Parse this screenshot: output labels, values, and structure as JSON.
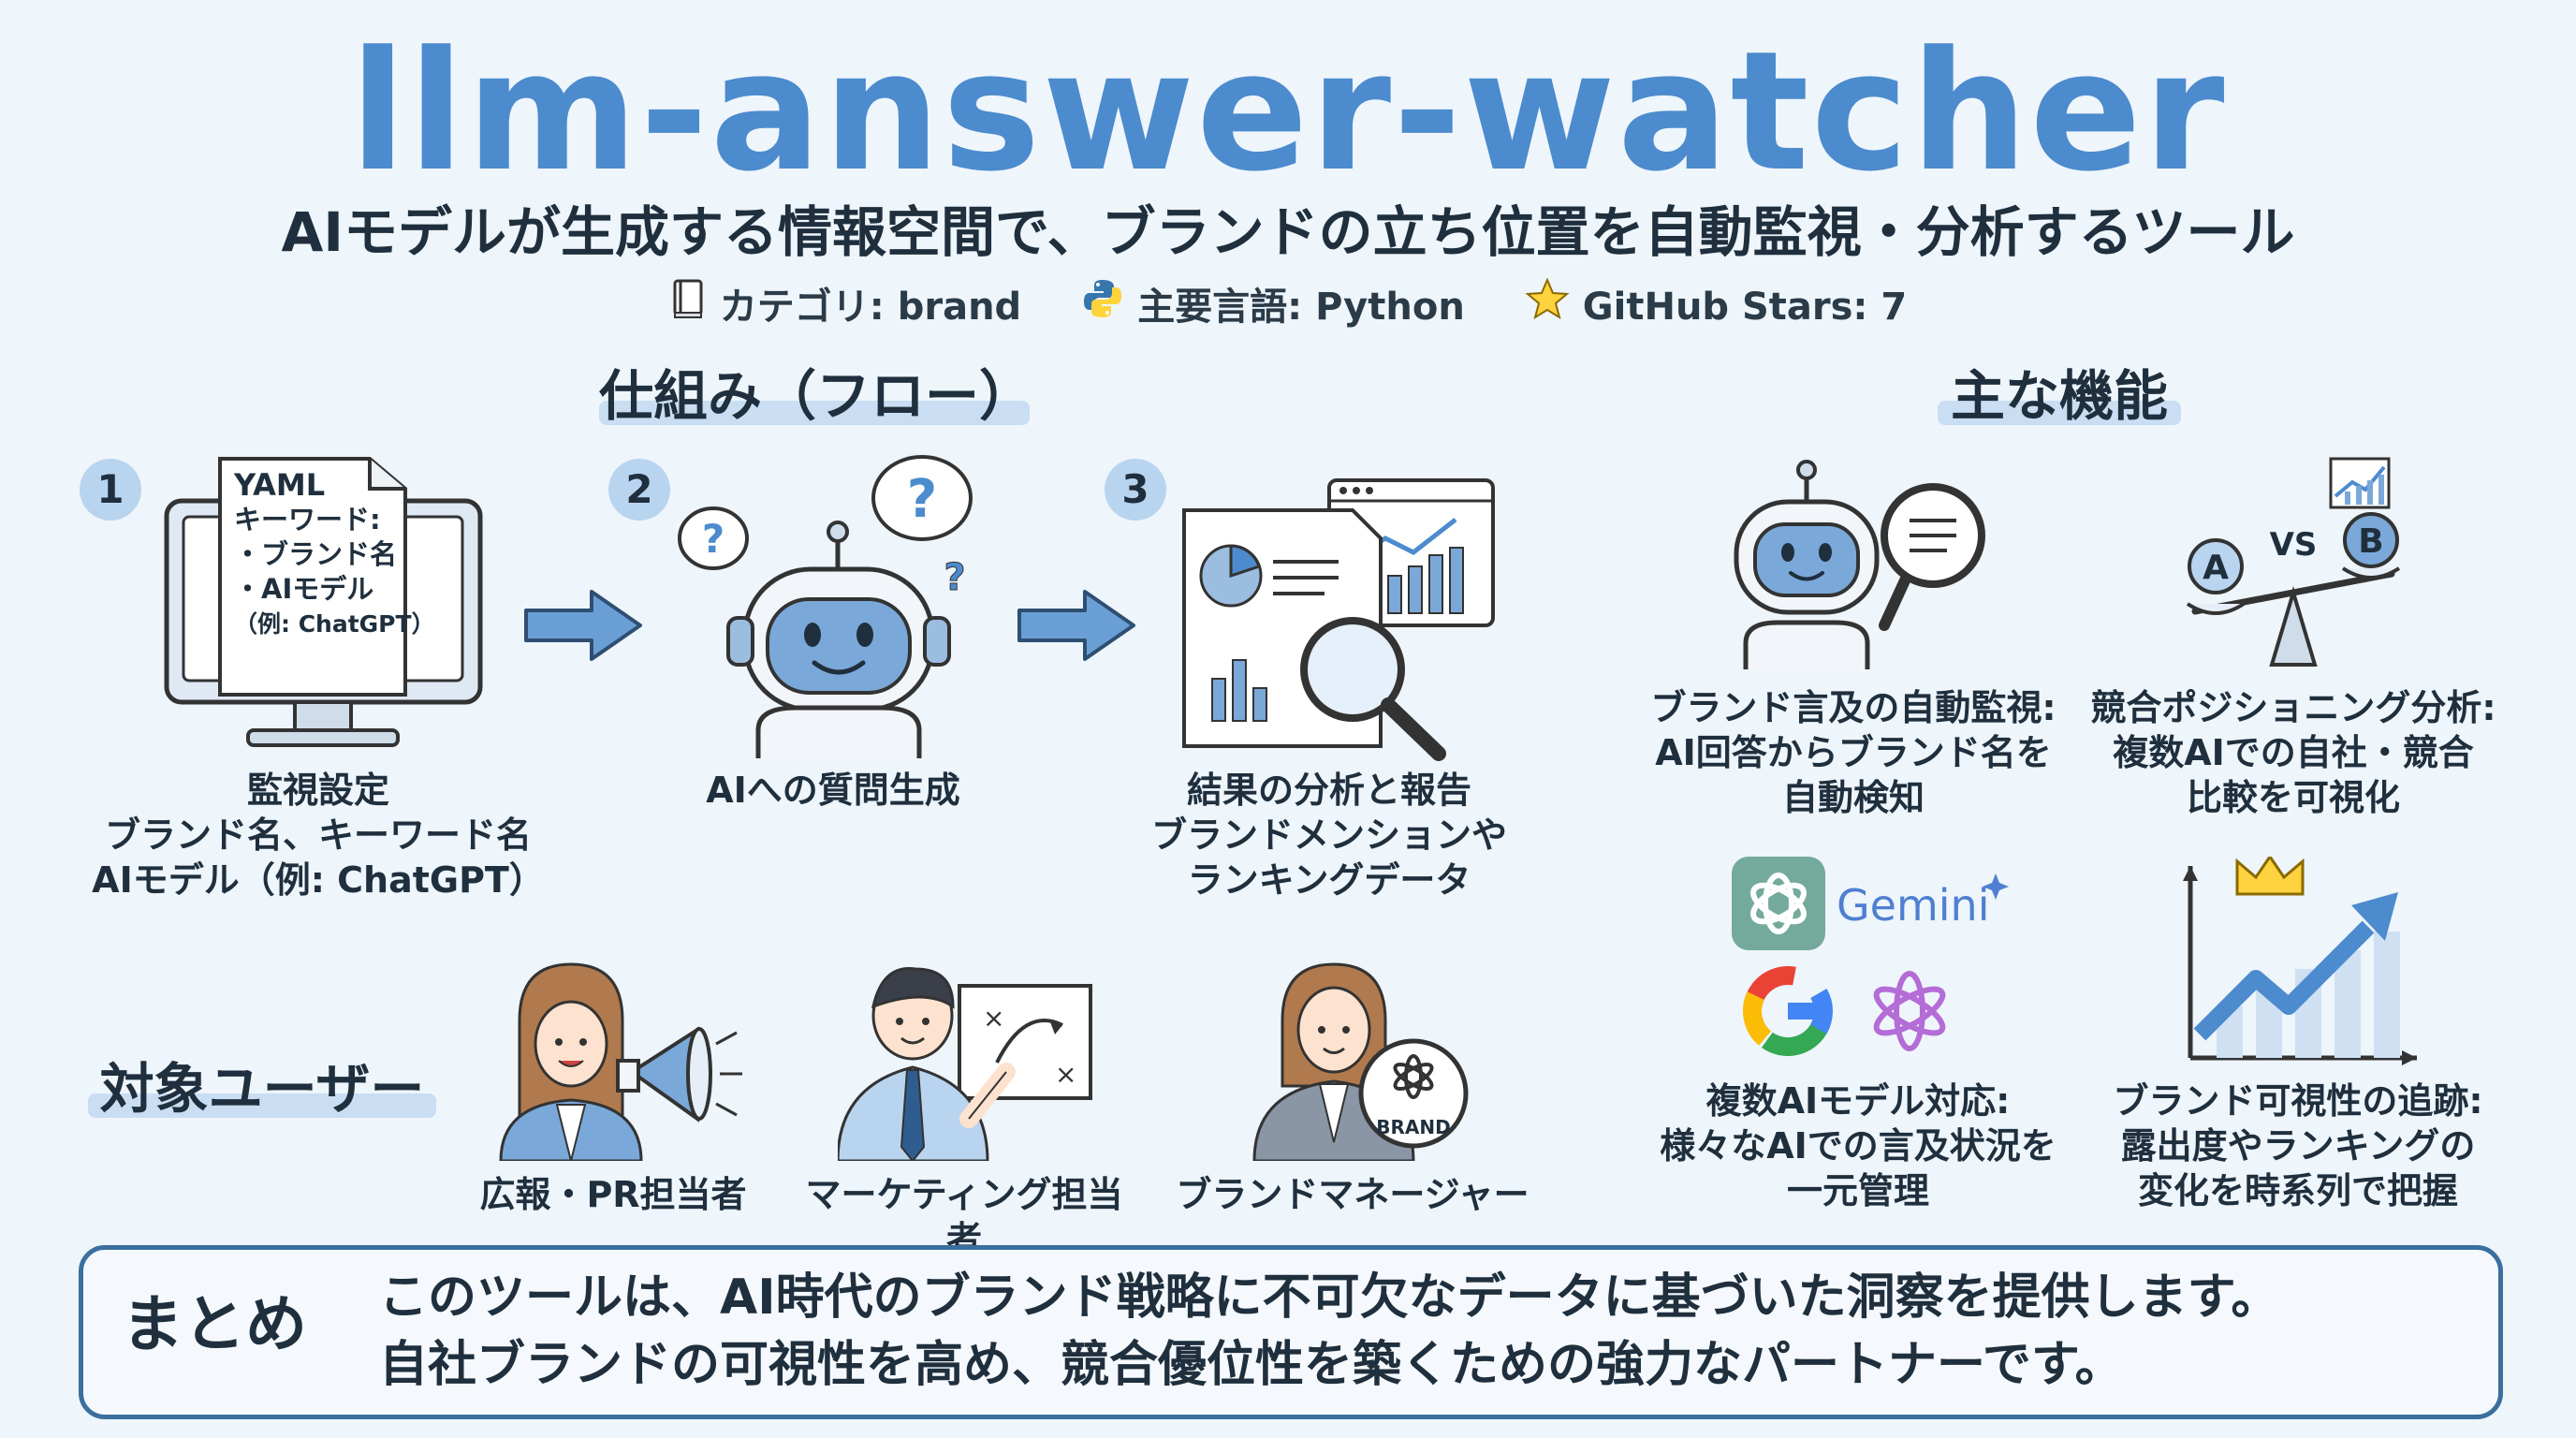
{
  "title": "llm-answer-watcher",
  "subtitle": "AIモデルが生成する情報空間で、ブランドの立ち位置を自動監視・分析するツール",
  "meta": {
    "category": "カテゴリ: brand",
    "language": "主要言語: Python",
    "stars": "GitHub Stars: 7"
  },
  "flow": {
    "heading": "仕組み（フロー）",
    "steps": [
      {
        "num": "1",
        "yaml_lines": [
          "YAML",
          "キーワード:",
          "・ブランド名",
          "・AIモデル",
          "（例: ChatGPT）"
        ],
        "caption_lines": [
          "監視設定",
          "ブランド名、キーワード名",
          "AIモデル（例: ChatGPT）"
        ]
      },
      {
        "num": "2",
        "caption_lines": [
          "AIへの質問生成"
        ]
      },
      {
        "num": "3",
        "caption_lines": [
          "結果の分析と報告",
          "ブランドメンションや",
          "ランキングデータ"
        ]
      }
    ]
  },
  "features": {
    "heading": "主な機能",
    "items": [
      {
        "lines": [
          "ブランド言及の自動監視:",
          "AI回答からブランド名を",
          "自動検知"
        ]
      },
      {
        "lines": [
          "競合ポジショニング分析:",
          "複数AIでの自社・競合",
          "比較を可視化"
        ],
        "icon_labels": [
          "A",
          "VS",
          "B"
        ]
      },
      {
        "lines": [
          "複数AIモデル対応:",
          "様々なAIでの言及状況を",
          "一元管理"
        ],
        "icon_labels": [
          "Gemini",
          "G"
        ]
      },
      {
        "lines": [
          "ブランド可視性の追跡:",
          "露出度やランキングの",
          "変化を時系列で把握"
        ]
      }
    ]
  },
  "users": {
    "heading": "対象ユーザー",
    "items": [
      {
        "label": "広報・PR担当者"
      },
      {
        "label": "マーケティング担当者"
      },
      {
        "label": "ブランドマネージャー",
        "badge": "BRAND"
      }
    ]
  },
  "summary": {
    "label": "まとめ",
    "lines": [
      "このツールは、AI時代のブランド戦略に不可欠なデータに基づいた洞察を提供します。",
      "自社ブランドの可視性を高め、競合優位性を築くための強力なパートナーです。"
    ]
  },
  "colors": {
    "accent": "#4c8bcd",
    "light_accent": "#b9d4ef",
    "border": "#3a6f9e",
    "background": "#eef5fb"
  }
}
